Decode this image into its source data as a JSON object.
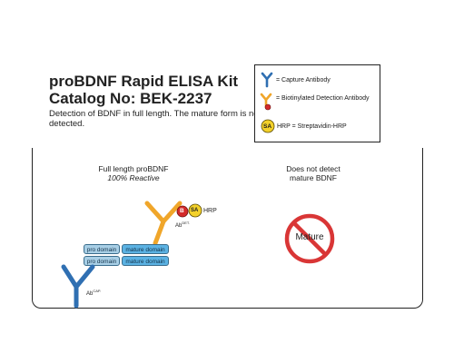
{
  "header": {
    "title": "proBDNF Rapid ELISA Kit",
    "catalog": "Catalog No: BEK-2237",
    "description": "Detection of BDNF in full length. The mature form is not detected."
  },
  "legend": {
    "capture": "= Capture Antibody",
    "detection": "= Biotinylated Detection Antibody",
    "sa_badge": "SA",
    "hrp": "HRP = Streptavidin-HRP"
  },
  "left": {
    "caption": "Full length proBDNF",
    "subcaption": "100% Reactive",
    "domains": {
      "pro": "pro domain",
      "mature": "mature domain"
    },
    "b_badge": "B",
    "sa_badge": "SA",
    "hrp": "HRP",
    "ab_det": "Ab",
    "ab_det_sup": "DET.",
    "ab_cap": "Ab",
    "ab_cap_sup": "CAP."
  },
  "right": {
    "caption_line1": "Does not detect",
    "caption_line2": "mature BDNF",
    "sign_label": "Mature"
  },
  "colors": {
    "capture_antibody": "#2f6fb2",
    "detection_antibody": "#f0a62a",
    "biotin": "#d42a2a",
    "streptavidin": "#f3d12a",
    "pro_domain": "#a8cfe6",
    "mature_domain": "#5bb2e3",
    "no_sign": "#d93636"
  }
}
